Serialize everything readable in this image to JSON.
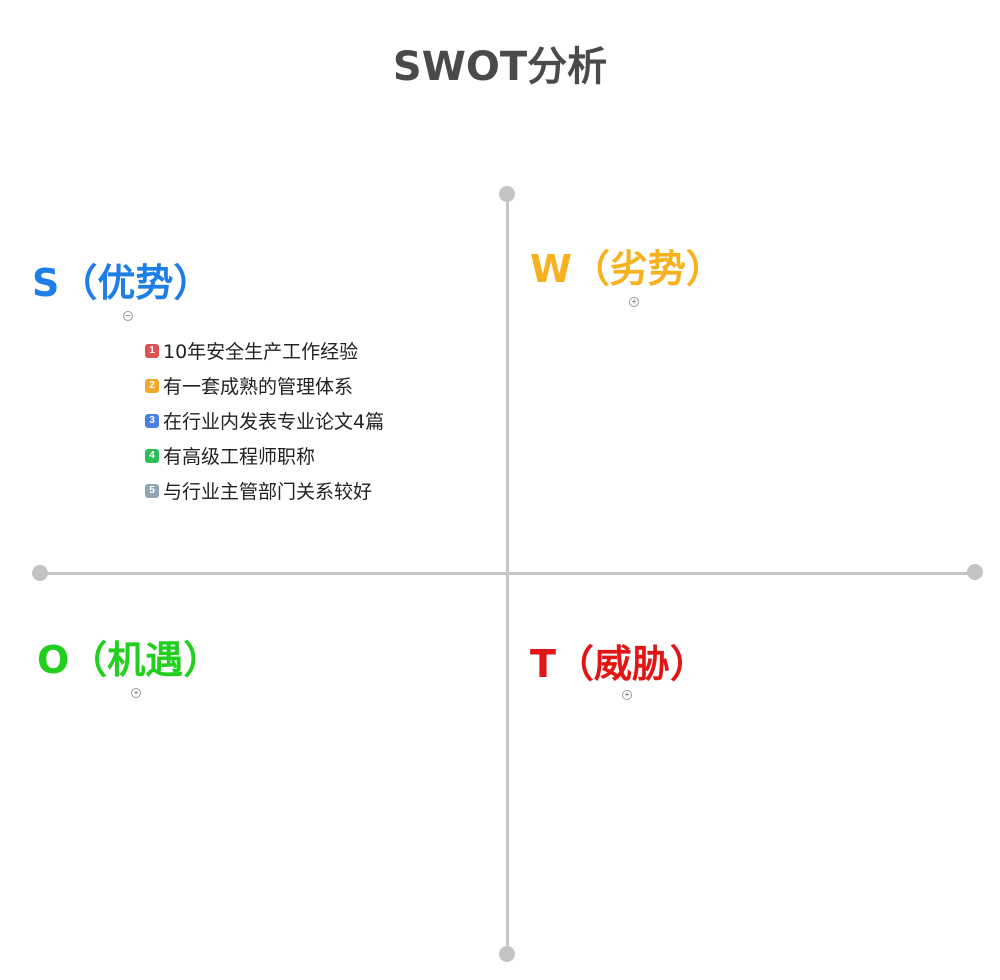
{
  "title": "SWOT分析",
  "quadrants": {
    "s": {
      "label": "S（优势）",
      "color": "#1e7ee8",
      "toggle": "−"
    },
    "w": {
      "label": "W（劣势）",
      "color": "#f5b21c",
      "toggle": "+"
    },
    "o": {
      "label": "O（机遇）",
      "color": "#22cf1f",
      "toggle": "+"
    },
    "t": {
      "label": "T（威胁）",
      "color": "#e31616",
      "toggle": "+"
    }
  },
  "strengths": [
    {
      "num": "1",
      "text": "10年安全生产工作经验",
      "color": "#e05252"
    },
    {
      "num": "2",
      "text": "有一套成熟的管理体系",
      "color": "#f0a92e"
    },
    {
      "num": "3",
      "text": "在行业内发表专业论文4篇",
      "color": "#4b7fe0"
    },
    {
      "num": "4",
      "text": "有高级工程师职称",
      "color": "#2ebd59"
    },
    {
      "num": "5",
      "text": "与行业主管部门关系较好",
      "color": "#8fa6b2"
    }
  ]
}
